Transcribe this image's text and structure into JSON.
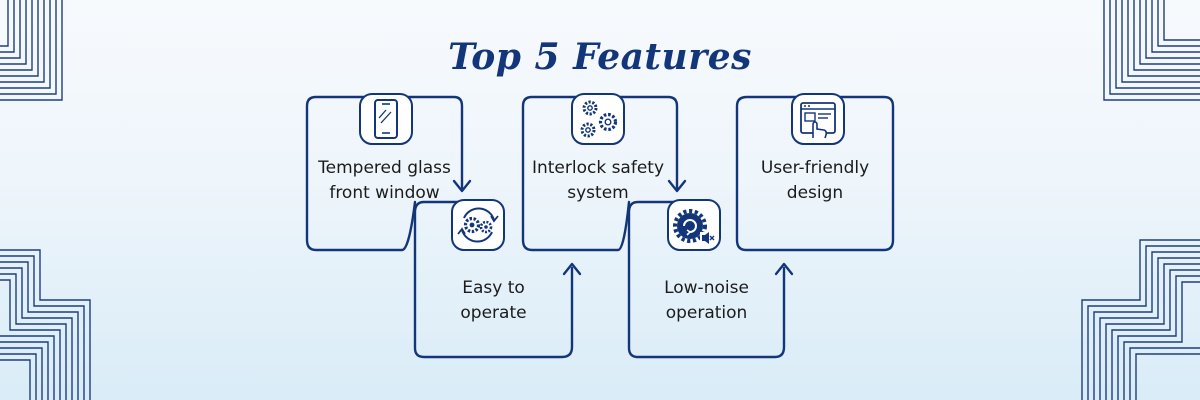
{
  "title": "Top 5 Features",
  "colors": {
    "accent": "#13367a",
    "text": "#1b1b1b",
    "background": "#eef5fb"
  },
  "features": [
    {
      "line1": "Tempered glass",
      "line2": "front window",
      "icon": "smartphone-icon"
    },
    {
      "line1": "Easy to",
      "line2": "operate",
      "icon": "gears-cycle-icon"
    },
    {
      "line1": "Interlock safety",
      "line2": "system",
      "icon": "gears-icon"
    },
    {
      "line1": "Low-noise",
      "line2": "operation",
      "icon": "gear-mute-icon"
    },
    {
      "line1": "User-friendly",
      "line2": "design",
      "icon": "touch-screen-icon"
    }
  ]
}
